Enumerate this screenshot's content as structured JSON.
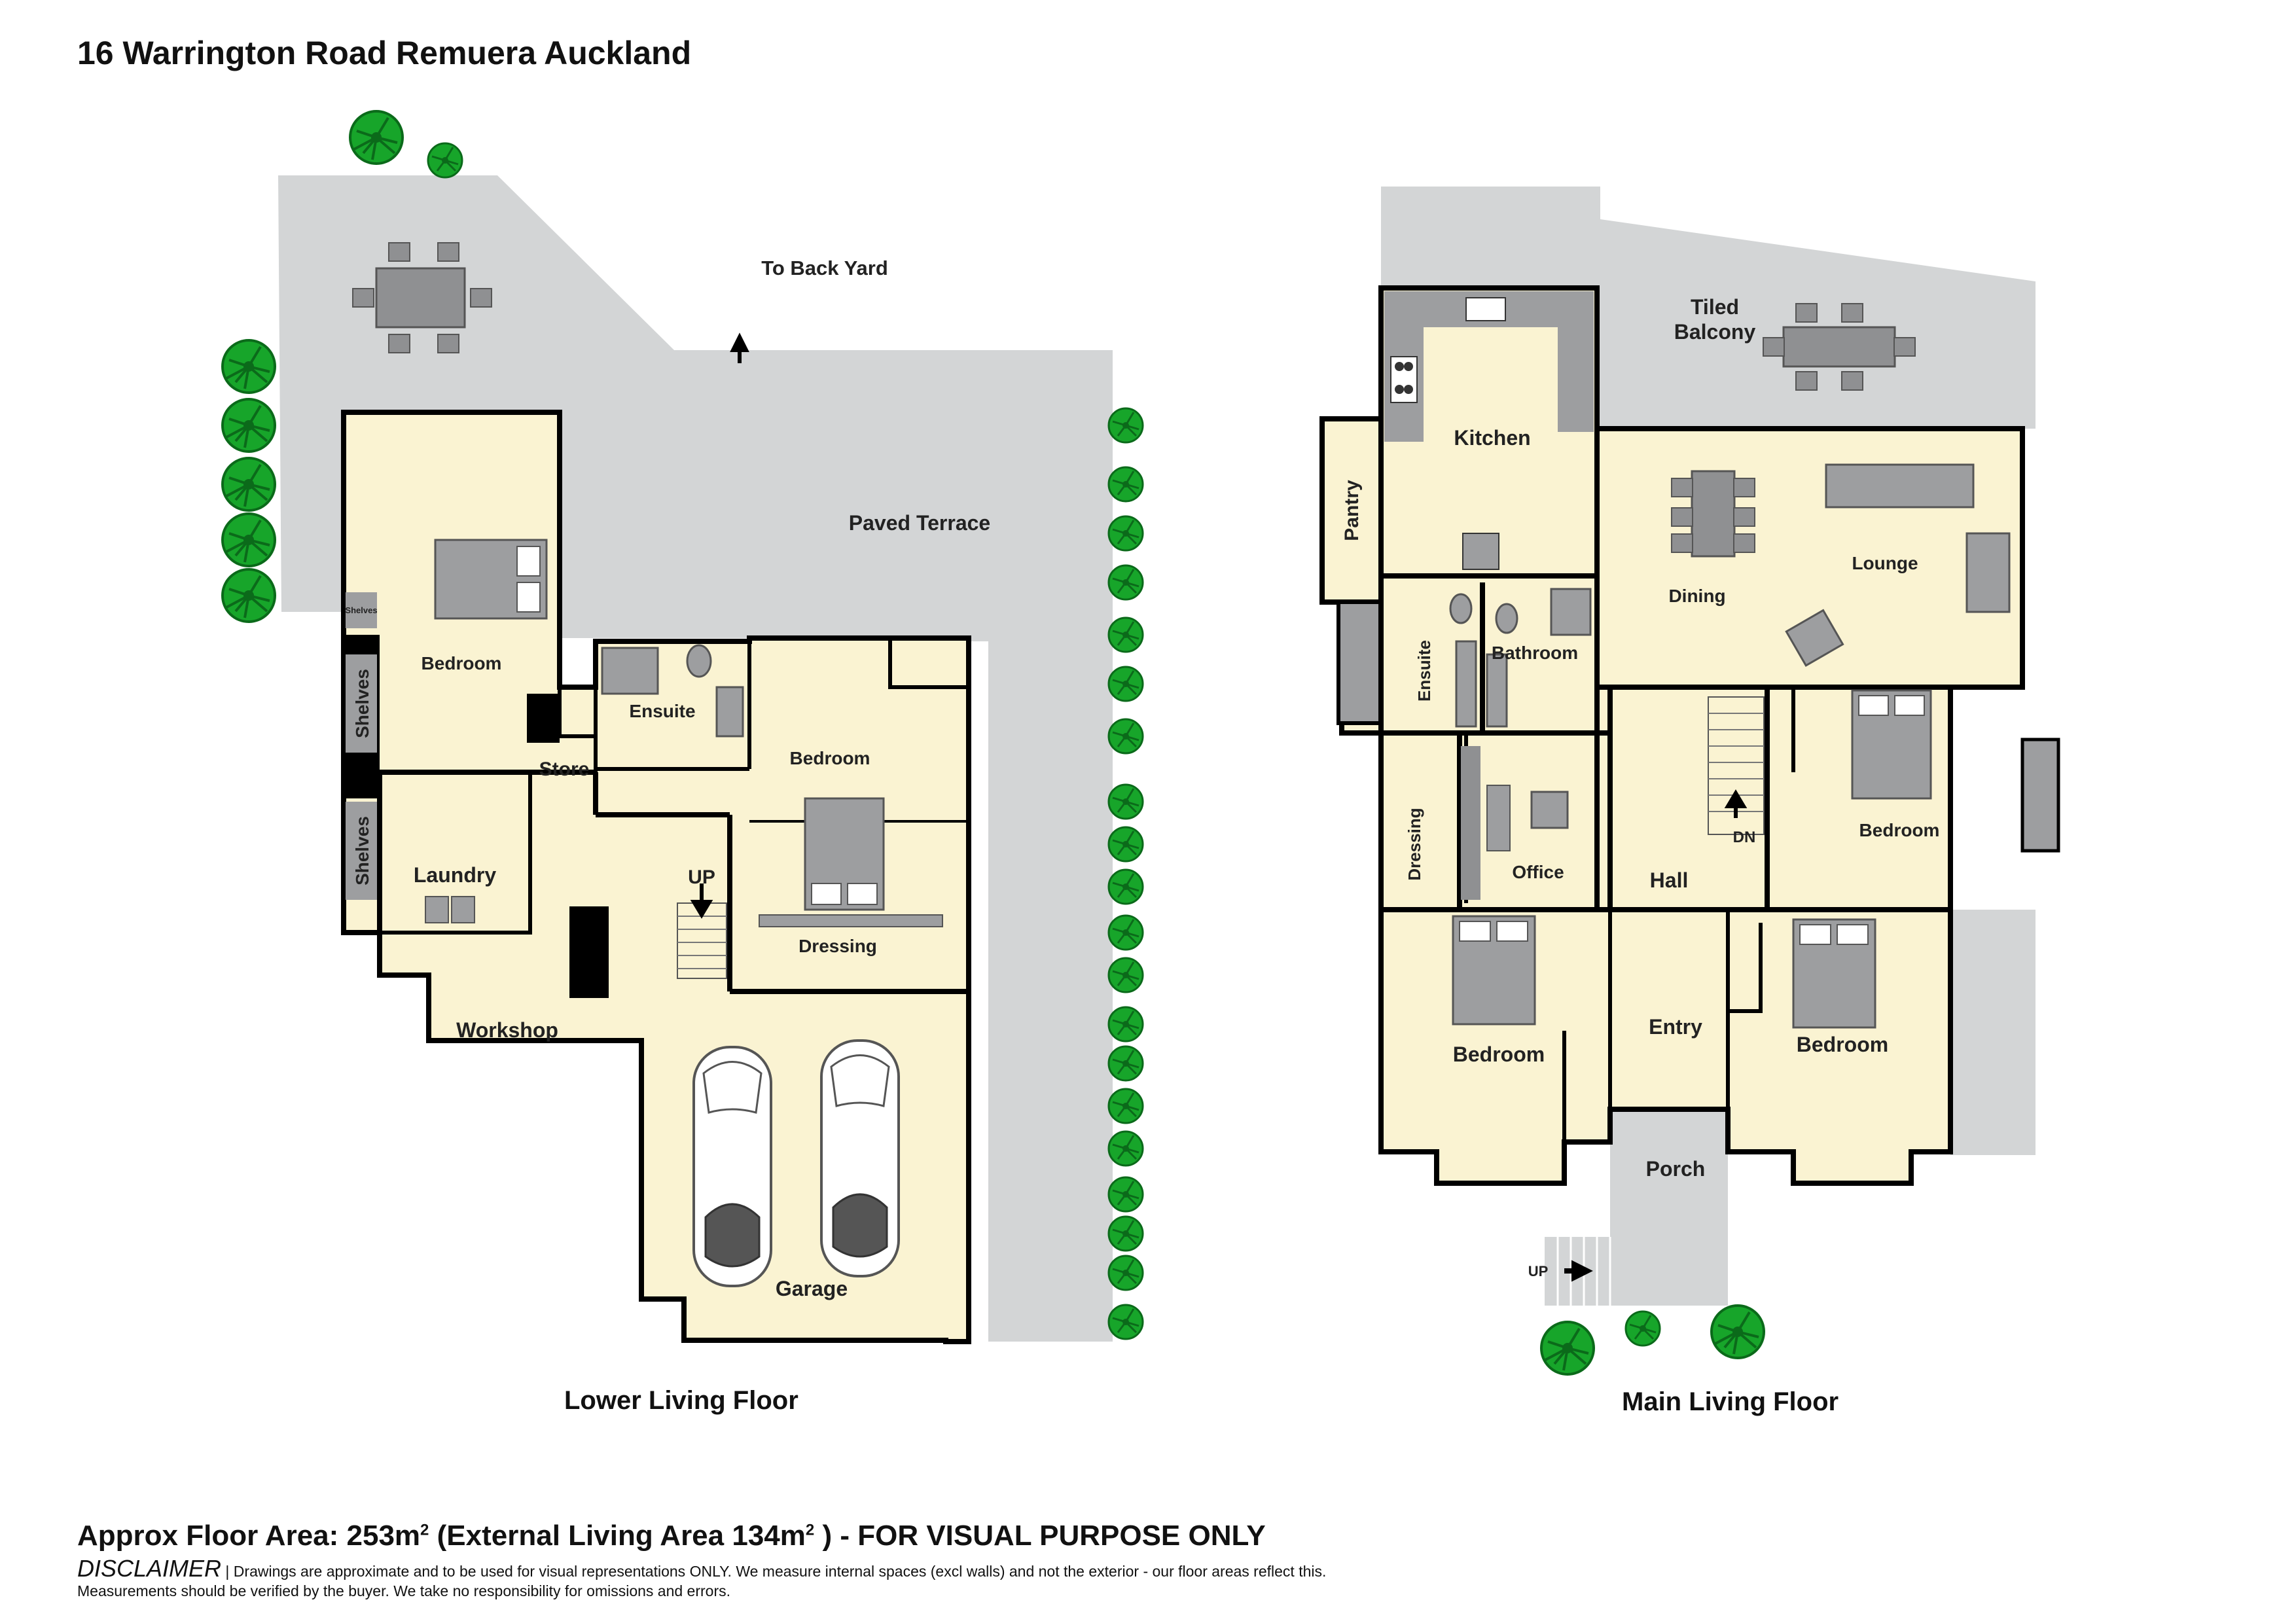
{
  "title": "16 Warrington Road Remuera Auckland",
  "floors": {
    "lower": {
      "label": "Lower Living Floor",
      "rooms": {
        "back_yard": "To Back Yard",
        "paved_terrace": "Paved Terrace",
        "bedroom_1": "Bedroom",
        "shelves_small": "Shelves",
        "shelves_1": "Shelves",
        "shelves_2": "Shelves",
        "ensuite": "Ensuite",
        "bedroom_2": "Bedroom",
        "store": "Store",
        "laundry": "Laundry",
        "up": "UP",
        "dressing": "Dressing",
        "workshop": "Workshop",
        "garage": "Garage"
      }
    },
    "main": {
      "label": "Main Living Floor",
      "rooms": {
        "tiled_balcony_1": "Tiled",
        "tiled_balcony_2": "Balcony",
        "kitchen": "Kitchen",
        "pantry": "Pantry",
        "dining": "Dining",
        "lounge": "Lounge",
        "ensuite": "Ensuite",
        "bathroom": "Bathroom",
        "dn": "DN",
        "bedroom_1": "Bedroom",
        "dressing": "Dressing",
        "office": "Office",
        "hall": "Hall",
        "bedroom_2": "Bedroom",
        "entry": "Entry",
        "bedroom_3": "Bedroom",
        "porch": "Porch",
        "up": "UP"
      }
    }
  },
  "area": {
    "prefix": "Approx Floor Area: 253m",
    "sup1": "2",
    "middle": " (External Living Area 134m",
    "sup2": "2",
    "suffix": " ) - FOR VISUAL PURPOSE ONLY"
  },
  "disclaimer": {
    "heading": "DISCLAIMER",
    "line1": " | Drawings are approximate and to be used for visual representations ONLY. We measure internal spaces (excl walls) and not the exterior - our floor areas reflect this.",
    "line2": "Measurements should be verified by the buyer. We take no responsibility for omissions and errors."
  },
  "colors": {
    "room": "#faf3d2",
    "exterior": "#d3d5d6",
    "wall": "#000000",
    "fixture": "#9d9ea0",
    "tree": "#17a52a"
  }
}
